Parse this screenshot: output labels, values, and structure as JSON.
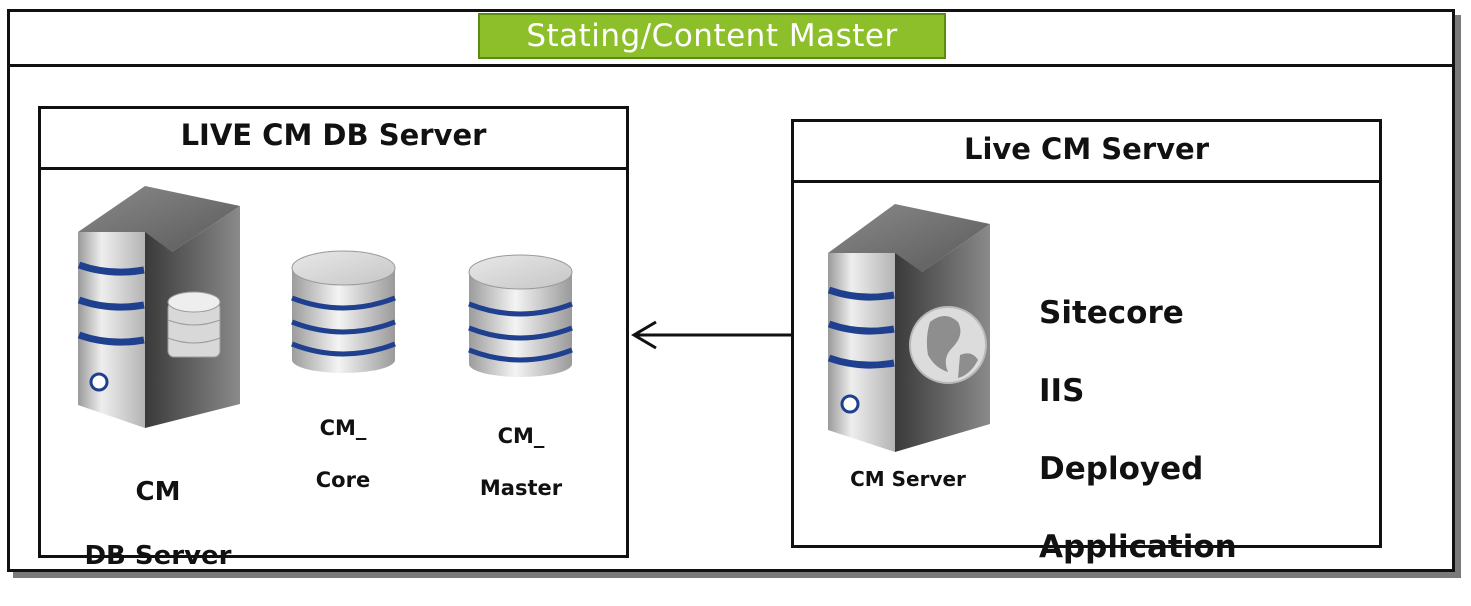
{
  "header": {
    "title": "Stating/Content Master"
  },
  "db_server_box": {
    "title": "LIVE CM DB Server",
    "server": {
      "line1": "CM",
      "line2": "DB Server",
      "icon": "database-server-icon"
    },
    "databases": [
      {
        "line1": "CM_",
        "line2": "Core",
        "icon": "database-icon"
      },
      {
        "line1": "CM_",
        "line2": "Master",
        "icon": "database-icon"
      }
    ]
  },
  "cm_server_box": {
    "title": "Live CM Server",
    "server": {
      "label": "CM Server",
      "icon": "web-server-icon"
    },
    "details": [
      "Sitecore",
      "IIS",
      "Deployed",
      "Application"
    ]
  },
  "connection": {
    "from": "cm_server_box",
    "to": "db_server_box",
    "arrow": "left-arrow"
  },
  "colors": {
    "badge": "#8dbf2a",
    "stripe": "#1f3f8f",
    "frame": "#111111"
  }
}
